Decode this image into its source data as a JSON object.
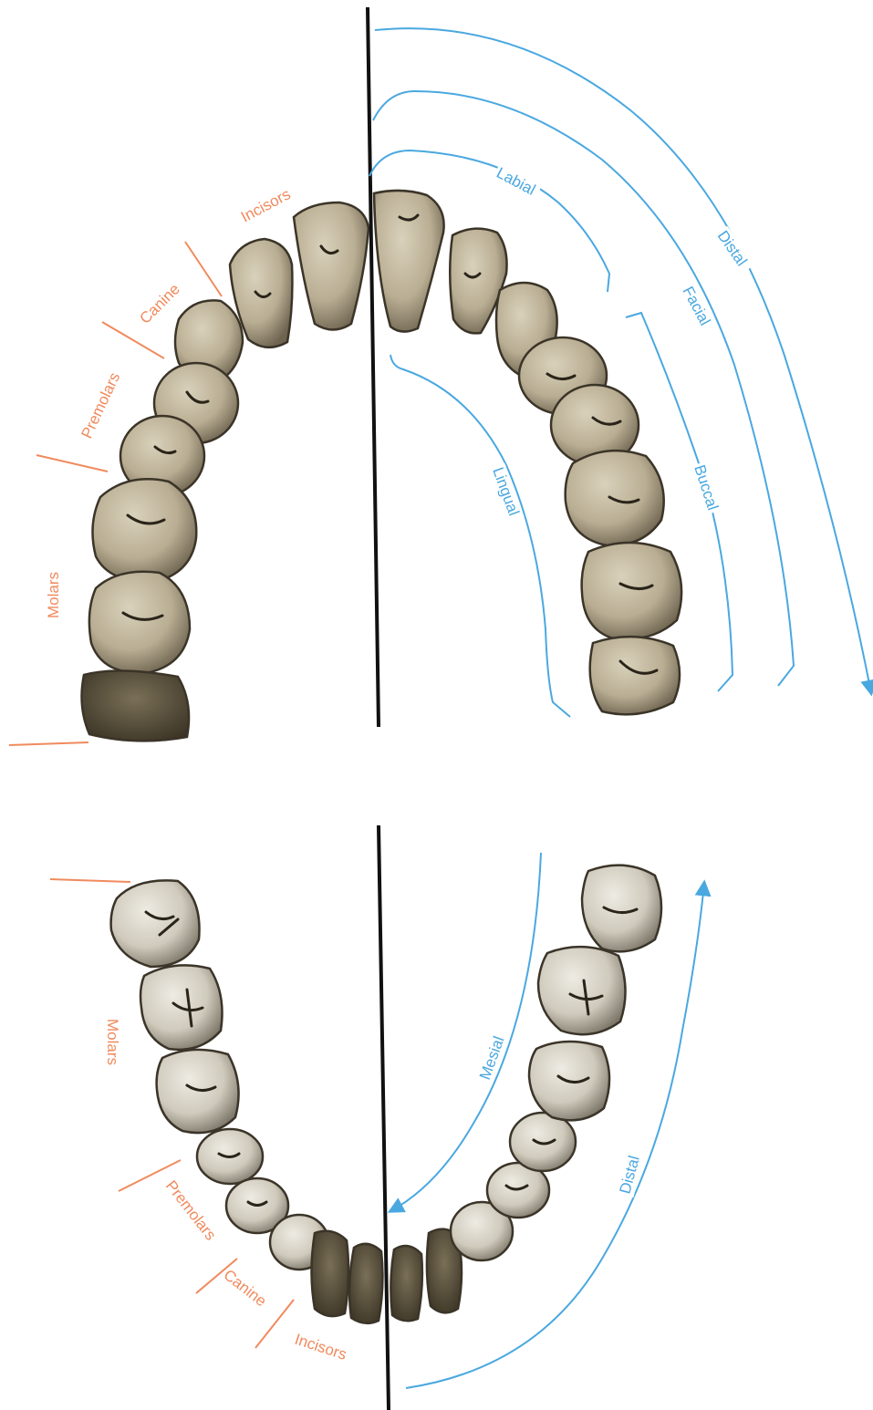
{
  "colors": {
    "tooth_labels": "#f08a5d",
    "surface_labels": "#4aa8e0",
    "midline": "#111111",
    "upper_teeth": "#b9ae93",
    "lower_teeth": "#cfcabc"
  },
  "upper_arch": {
    "tooth_groups": {
      "incisors": "Incisors",
      "canine": "Canine",
      "premolars": "Premolars",
      "molars": "Molars"
    },
    "surfaces": {
      "labial": "Labial",
      "facial": "Facial",
      "distal": "Distal",
      "buccal": "Buccal",
      "lingual": "Lingual"
    }
  },
  "lower_arch": {
    "tooth_groups": {
      "molars": "Molars",
      "premolars": "Premolars",
      "canine": "Canine",
      "incisors": "Incisors"
    },
    "surfaces": {
      "mesial": "Mesial",
      "distal": "Distal"
    }
  }
}
